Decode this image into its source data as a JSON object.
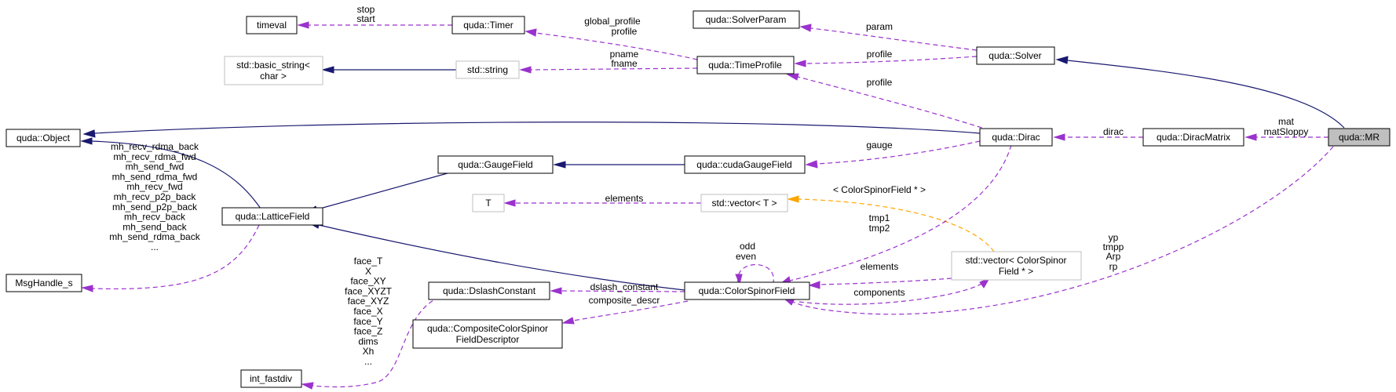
{
  "nodes": {
    "timeval": "timeval",
    "timer": "quda::Timer",
    "solver_param": "quda::SolverParam",
    "solver": "quda::Solver",
    "basic_string_1": "std::basic_string<",
    "basic_string_2": "char >",
    "std_string": "std::string",
    "time_profile": "quda::TimeProfile",
    "object": "quda::Object",
    "dirac": "quda::Dirac",
    "dirac_matrix": "quda::DiracMatrix",
    "mr": "quda::MR",
    "gauge_field": "quda::GaugeField",
    "cuda_gauge_field": "quda::cudaGaugeField",
    "lattice_field": "quda::LatticeField",
    "t": "T",
    "std_vector_t": "std::vector< T >",
    "msg_handle": "MsgHandle_s",
    "vector_csf_1": "std::vector< ColorSpinor",
    "vector_csf_2": "Field * >",
    "dslash_constant": "quda::DslashConstant",
    "color_spinor_field": "quda::ColorSpinorField",
    "composite_1": "quda::CompositeColorSpinor",
    "composite_2": "FieldDescriptor",
    "int_fastdiv": "int_fastdiv"
  },
  "edge_labels": {
    "timer_timeval_1": "stop",
    "timer_timeval_2": "start",
    "profile_timer_1": "global_profile",
    "profile_timer_2": "profile",
    "solver_param": "param",
    "solver_profile": "profile",
    "string_1": "pname",
    "string_2": "fname",
    "dirac_profile": "profile",
    "dirac_label": "dirac",
    "mr_mat_1": "mat",
    "mr_mat_2": "matSloppy",
    "gauge": "gauge",
    "elements_t": "elements",
    "template_arg": "< ColorSpinorField * >",
    "tmp_1": "tmp1",
    "tmp_2": "tmp2",
    "odd": "odd",
    "even": "even",
    "elements_csf": "elements",
    "components": "components",
    "yp": "yp",
    "tmpp": "tmpp",
    "arp": "Arp",
    "rp": "rp",
    "dslash_constant": "dslash_constant",
    "composite_descr": "composite_descr",
    "mh": [
      "mh_recv_rdma_back",
      "mh_recv_rdma_fwd",
      "mh_send_fwd",
      "mh_send_rdma_fwd",
      "mh_recv_fwd",
      "mh_recv_p2p_back",
      "mh_send_p2p_back",
      "mh_recv_back",
      "mh_send_back",
      "mh_send_rdma_back",
      "..."
    ],
    "face": [
      "face_T",
      "X",
      "face_XY",
      "face_XYZT",
      "face_XYZ",
      "face_X",
      "face_Y",
      "face_Z",
      "dims",
      "Xh",
      "..."
    ]
  }
}
